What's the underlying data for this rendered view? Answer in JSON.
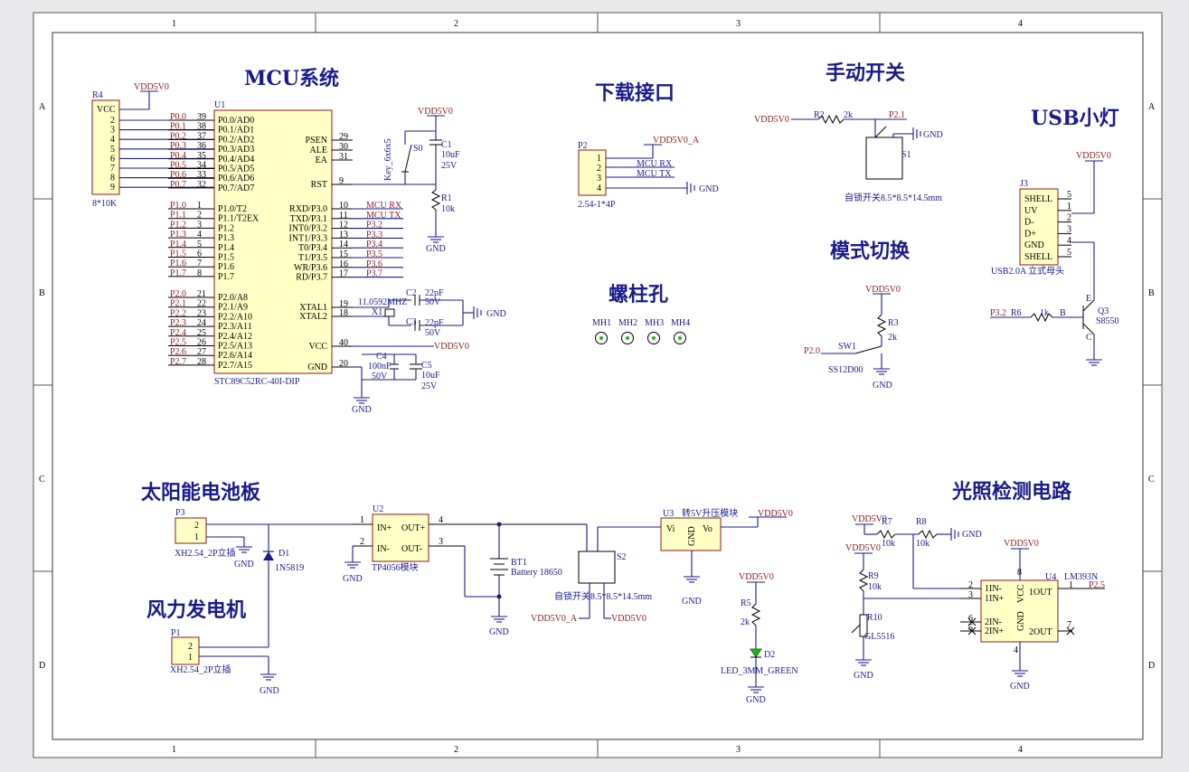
{
  "border": {
    "columns": [
      "1",
      "2",
      "3",
      "4"
    ],
    "rows": [
      "A",
      "B",
      "C",
      "D"
    ]
  },
  "titles": {
    "mcu": "MCU系统",
    "download": "下载接口",
    "manual_switch": "手动开关",
    "usb_light": "USB小灯",
    "mode_switch": "模式切换",
    "screw_holes": "螺柱孔",
    "solar": "太阳能电池板",
    "wind": "风力发电机",
    "light_detect": "光照检测电路"
  },
  "power": {
    "vdd": "VDD5V0",
    "vdd_a": "VDD5V0_A",
    "gnd": "GND"
  },
  "r4": {
    "ref": "R4",
    "value": "8*10K",
    "vcc": "VCC",
    "pins": [
      "2",
      "3",
      "4",
      "5",
      "6",
      "7",
      "8",
      "9"
    ]
  },
  "u1": {
    "ref": "U1",
    "part": "STC89C52RC-40I-DIP",
    "left_p0": [
      {
        "net": "P0.0",
        "num": "39",
        "name": "P0.0/AD0"
      },
      {
        "net": "P0.1",
        "num": "38",
        "name": "P0.1/AD1"
      },
      {
        "net": "P0.2",
        "num": "37",
        "name": "P0.2/AD2"
      },
      {
        "net": "P0.3",
        "num": "36",
        "name": "P0.3/AD3"
      },
      {
        "net": "P0.4",
        "num": "35",
        "name": "P0.4/AD4"
      },
      {
        "net": "P0.5",
        "num": "34",
        "name": "P0.5/AD5"
      },
      {
        "net": "P0.6",
        "num": "33",
        "name": "P0.6/AD6"
      },
      {
        "net": "P0.7",
        "num": "32",
        "name": "P0.7/AD7"
      }
    ],
    "left_p1": [
      {
        "net": "P1.0",
        "num": "1",
        "name": "P1.0/T2"
      },
      {
        "net": "P1.1",
        "num": "2",
        "name": "P1.1/T2EX"
      },
      {
        "net": "P1.2",
        "num": "3",
        "name": "P1.2"
      },
      {
        "net": "P1.3",
        "num": "4",
        "name": "P1.3"
      },
      {
        "net": "P1.4",
        "num": "5",
        "name": "P1.4"
      },
      {
        "net": "P1.5",
        "num": "6",
        "name": "P1.5"
      },
      {
        "net": "P1.6",
        "num": "7",
        "name": "P1.6"
      },
      {
        "net": "P1.7",
        "num": "8",
        "name": "P1.7"
      }
    ],
    "left_p2": [
      {
        "net": "P2.0",
        "num": "21",
        "name": "P2.0/A8"
      },
      {
        "net": "P2.1",
        "num": "22",
        "name": "P2.1/A9"
      },
      {
        "net": "P2.2",
        "num": "23",
        "name": "P2.2/A10"
      },
      {
        "net": "P2.3",
        "num": "24",
        "name": "P2.3/A11"
      },
      {
        "net": "P2.4",
        "num": "25",
        "name": "P2.4/A12"
      },
      {
        "net": "P2.5",
        "num": "26",
        "name": "P2.5/A13"
      },
      {
        "net": "P2.6",
        "num": "27",
        "name": "P2.6/A14"
      },
      {
        "net": "P2.7",
        "num": "28",
        "name": "P2.7/A15"
      }
    ],
    "right_top": [
      {
        "num": "29",
        "name": "PSEN"
      },
      {
        "num": "30",
        "name": "ALE"
      },
      {
        "num": "31",
        "name": "EA"
      }
    ],
    "rst": {
      "num": "9",
      "name": "RST"
    },
    "right_p3": [
      {
        "num": "10",
        "name": "RXD/P3.0",
        "net": "MCU RX"
      },
      {
        "num": "11",
        "name": "TXD/P3.1",
        "net": "MCU TX"
      },
      {
        "num": "12",
        "name": "INT0/P3.2",
        "net": "P3.2"
      },
      {
        "num": "13",
        "name": "INT1/P3.3",
        "net": "P3.3"
      },
      {
        "num": "14",
        "name": "T0/P3.4",
        "net": "P3.4"
      },
      {
        "num": "15",
        "name": "T1/P3.5",
        "net": "P3.5"
      },
      {
        "num": "16",
        "name": "WR/P3.6",
        "net": "P3.6"
      },
      {
        "num": "17",
        "name": "RD/P3.7",
        "net": "P3.7"
      }
    ],
    "xtal": [
      {
        "num": "19",
        "name": "XTAL1"
      },
      {
        "num": "18",
        "name": "XTAL2"
      }
    ],
    "vcc": {
      "num": "40",
      "name": "VCC"
    },
    "gnd": {
      "num": "20",
      "name": "GND"
    }
  },
  "reset": {
    "s0": "S0",
    "key": "Key_6x6x5",
    "c1": "C1",
    "c1_val": "10uF",
    "c1_v": "25V",
    "r1": "R1",
    "r1_val": "10k"
  },
  "crystal": {
    "freq": "11.0592MHZ",
    "x1": "X1",
    "c2": "C2",
    "c2_val": "22pF",
    "c2_v": "50V",
    "c3": "C3",
    "c3_val": "22pF",
    "c3_v": "50V"
  },
  "decoupling": {
    "c4": "C4",
    "c4_val": "100nF",
    "c4_v": "50V",
    "c5": "C5",
    "c5_val": "10uF",
    "c5_v": "25V"
  },
  "download": {
    "ref": "P2",
    "part": "2.54-1*4P",
    "pins": [
      "1",
      "2",
      "3",
      "4"
    ],
    "rx": "MCU RX",
    "tx": "MCU TX"
  },
  "manual": {
    "r2": "R2",
    "r2_val": "2k",
    "net": "P2.1",
    "s1": "S1",
    "part": "自锁开关8.5*8.5*14.5mm"
  },
  "mode": {
    "r3": "R3",
    "r3_val": "2k",
    "sw1": "SW1",
    "part": "SS12D00",
    "net": "P2.0"
  },
  "holes": [
    "MH1",
    "MH2",
    "MH3",
    "MH4"
  ],
  "usb": {
    "j3": "J3",
    "pins": [
      {
        "name": "SHELL",
        "num": "5"
      },
      {
        "name": "UV",
        "num": "1"
      },
      {
        "name": "D-",
        "num": "2"
      },
      {
        "name": "D+",
        "num": "3"
      },
      {
        "name": "GND",
        "num": "4"
      },
      {
        "name": "SHELL",
        "num": "5"
      }
    ],
    "part": "USB2.0A 立式母头",
    "net": "P3.2",
    "r6": "R6",
    "r6_val": "1k",
    "q3": "Q3",
    "q3_part": "S8550",
    "b": "B",
    "e": "E",
    "c": "C"
  },
  "solar": {
    "p3": "P3",
    "part": "XH2.54_2P立插",
    "pins": [
      "2",
      "1"
    ],
    "d1": "D1",
    "d1_part": "1N5819"
  },
  "wind": {
    "p1": "P1",
    "part": "XH2.54_2P立插",
    "pins": [
      "2",
      "1"
    ]
  },
  "charger": {
    "u2": "U2",
    "part": "TP4056模块",
    "in_plus": "IN+",
    "in_minus": "IN-",
    "out_plus": "OUT+",
    "out_minus": "OUT-",
    "pins": [
      "1",
      "2",
      "4",
      "3"
    ],
    "bt1": "BT1",
    "bt1_part": "Battery 18650",
    "s2": "S2",
    "s2_part": "自锁开关8.5*8.5*14.5mm"
  },
  "boost": {
    "u3": "U3",
    "label": "转5V升压模块",
    "vi": "Vi",
    "vo": "Vo",
    "gnd": "GND"
  },
  "led": {
    "r5": "R5",
    "r5_val": "2k",
    "d2": "D2",
    "part": "LED_3MM_GREEN"
  },
  "light": {
    "r7": "R7",
    "r7_val": "10k",
    "r8": "R8",
    "r8_val": "10k",
    "r9": "R9",
    "r9_val": "10k",
    "r10": "R10",
    "r10_part": "GL5516",
    "u4": "U4",
    "u4_part": "LM393N",
    "pins_left": [
      {
        "num": "2",
        "name": "1IN-"
      },
      {
        "num": "3",
        "name": "1IN+"
      },
      {
        "num": "6",
        "name": "2IN-"
      },
      {
        "num": "5",
        "name": "2IN+"
      }
    ],
    "out1": {
      "num": "1",
      "name": "1OUT"
    },
    "out2": {
      "num": "7",
      "name": "2OUT"
    },
    "vcc": "VCC",
    "gnd": "GND",
    "pin8": "8",
    "pin4": "4",
    "net": "P2.5"
  }
}
